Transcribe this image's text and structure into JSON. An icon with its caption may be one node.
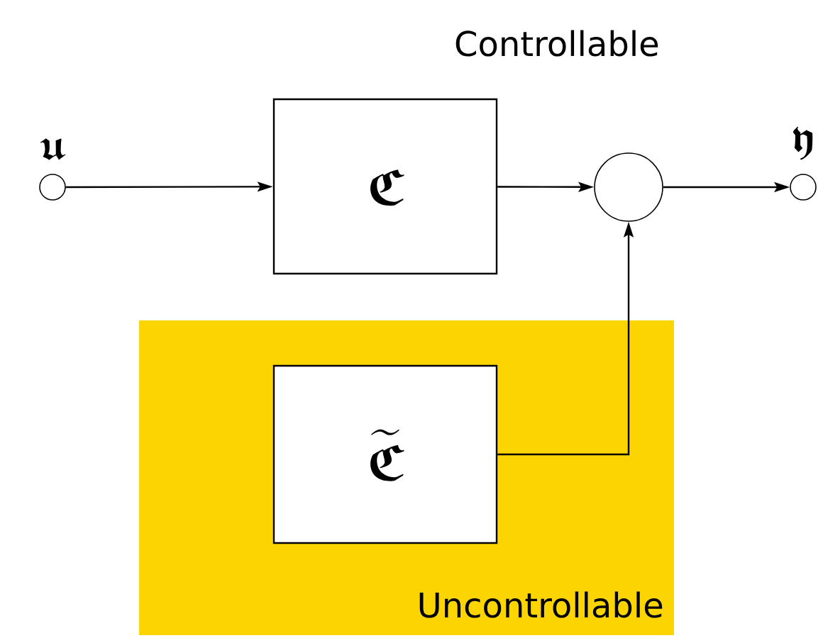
{
  "diagram": {
    "nodes": [
      {
        "text": [],
        "shape": "circle",
        "beside": [
          "\\mathfrak{u}"
        ]
      },
      {
        "text": [
          "\\mathfrak{C}"
        ]
      },
      {
        "text": [],
        "shape": "circle"
      },
      {
        "text": [],
        "shape": "circle",
        "beside": [
          "\\mathfrak{y}"
        ]
      },
      {
        "text": [
          "Uncontrollable"
        ]
      },
      {
        "text": [
          "\\widetilde{\\mathfrak{C}}"
        ],
        "in": 4
      }
    ],
    "edges": [
      {
        "from": 0,
        "to": 1,
        "arrow": "to"
      },
      {
        "from": 1,
        "to": 2,
        "arrow": "to"
      },
      {
        "from": 2,
        "to": 3,
        "arrow": "to"
      },
      {
        "from": 5,
        "to": 2,
        "arrow": "to"
      }
    ],
    "labels": [
      "Controllable"
    ]
  }
}
